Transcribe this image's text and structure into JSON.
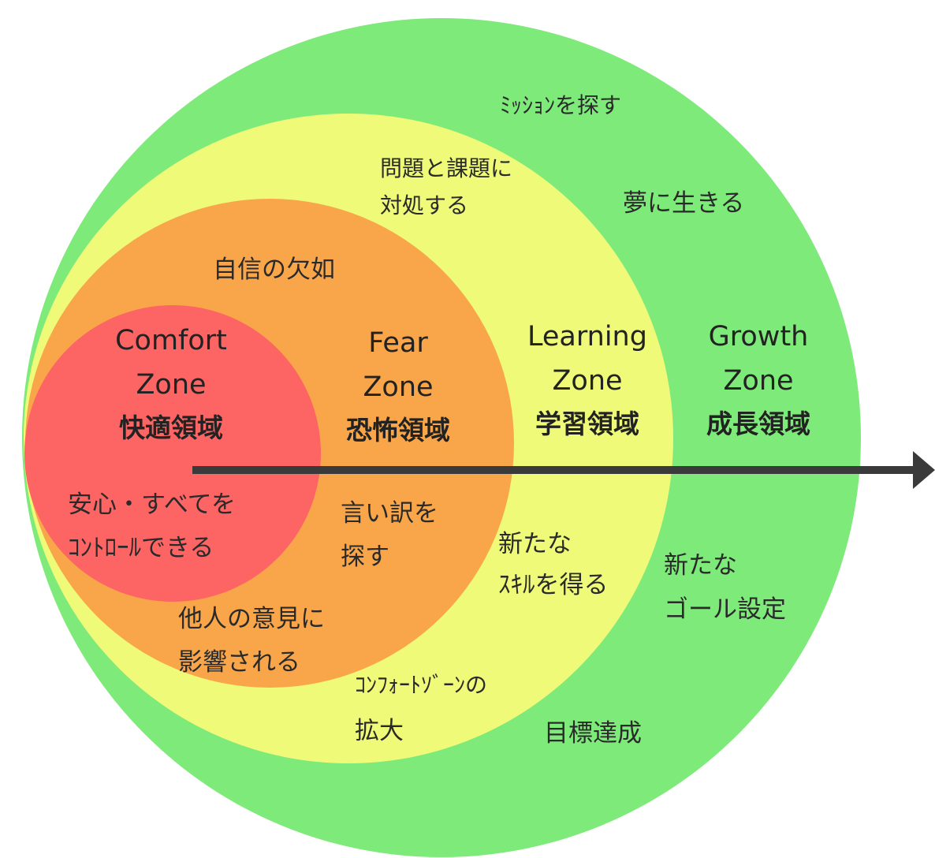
{
  "colors": {
    "growth": "#7eea7a",
    "learning": "#eefa78",
    "fear": "#f9a64a",
    "comfort": "#fd6464",
    "arrow": "#3a3a3a",
    "text": "#222222"
  },
  "zones": {
    "comfort": {
      "title_en_1": "Comfort",
      "title_en_2": "Zone",
      "title_jp": "快適領域"
    },
    "fear": {
      "title_en_1": "Fear",
      "title_en_2": "Zone",
      "title_jp": "恐怖領域"
    },
    "learning": {
      "title_en_1": "Learning",
      "title_en_2": "Zone",
      "title_jp": "学習領域"
    },
    "growth": {
      "title_en_1": "Growth",
      "title_en_2": "Zone",
      "title_jp": "成長領域"
    }
  },
  "labels": {
    "mission": "ﾐｯｼｮﾝを探す",
    "problems_1": "問題と課題に",
    "problems_2": "対処する",
    "dream": "夢に生きる",
    "lack_confidence": "自信の欠如",
    "comfort_desc_1": "安心・すべてを",
    "comfort_desc_2": "ｺﾝﾄﾛｰﾙできる",
    "excuses_1": "言い訳を",
    "excuses_2": "探す",
    "new_skills_1": "新たな",
    "new_skills_2": "ｽｷﾙを得る",
    "new_goals_1": "新たな",
    "new_goals_2": "ゴール設定",
    "others_opinion_1": "他人の意見に",
    "others_opinion_2": "影響される",
    "expand_comfort_1": "ｺﾝﾌｫｰﾄｿﾞｰﾝの",
    "expand_comfort_2": "拡大",
    "goal_achieved": "目標達成"
  }
}
